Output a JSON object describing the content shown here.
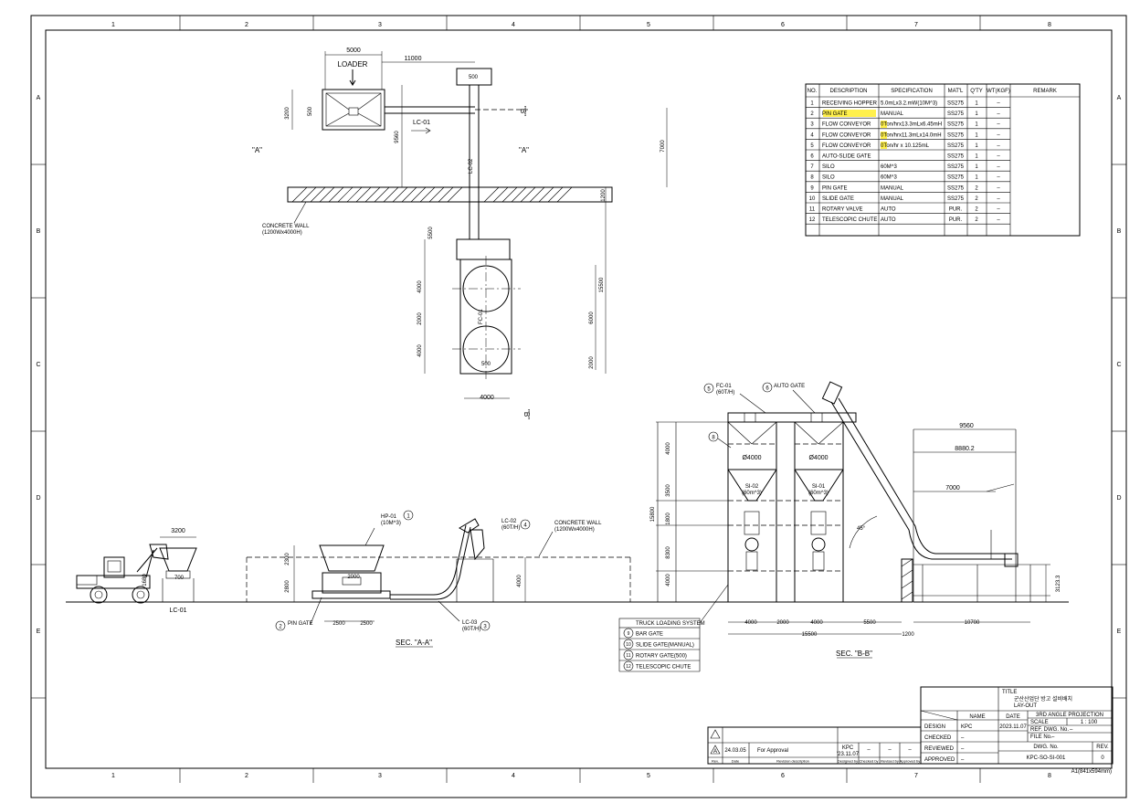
{
  "frame": {
    "top_numbers": [
      "1",
      "2",
      "3",
      "4",
      "5",
      "6",
      "7",
      "8"
    ],
    "bottom_numbers": [
      "1",
      "2",
      "3",
      "4",
      "5",
      "6",
      "7",
      "8"
    ],
    "side_letters": [
      "A",
      "B",
      "C",
      "D",
      "E"
    ]
  },
  "plan": {
    "loader_label": "LOADER",
    "dim_5000": "5000",
    "dim_11000": "11000",
    "dim_500_top": "500",
    "dim_3200": "3200",
    "dim_500_left": "500",
    "dim_9560": "9560",
    "dim_7000": "7000",
    "dim_1200": "1200",
    "dim_5500": "5500",
    "dim_4000_a": "4000",
    "dim_2000": "2000",
    "dim_4000_b": "4000",
    "dim_6000": "6000",
    "dim_15500": "15500",
    "dim_2000_r": "2000",
    "dim_500_b": "500",
    "dim_4000_bottom": "4000",
    "lc01_label": "LC-01",
    "lc02_label": "LC-02",
    "fc01_label": "FC-01",
    "view_a_left": "\"A\"",
    "view_a_right": "\"A\"",
    "view_b_top": "\"B\"",
    "view_b_bottom": "\"B\"",
    "wall_label": "CONCRETE WALL",
    "wall_size": "(1200Wx4000H)"
  },
  "table": {
    "headers": [
      "NO.",
      "DESCRIPTION",
      "SPECIFICATION",
      "MAT'L",
      "Q'TY",
      "WT(KGF)",
      "REMARK"
    ],
    "rows": [
      [
        "1",
        "RECEIVING HOPPER",
        "5.0mLx3.2.mW(10M^3)",
        "SS275",
        "1",
        "–",
        ""
      ],
      [
        "2",
        "PIN GATE",
        "MANUAL",
        "SS275",
        "1",
        "–",
        ""
      ],
      [
        "3",
        "FLOW CONVEYOR",
        "0Ton/hrx13.3mLx6.45mH",
        "SS275",
        "1",
        "–",
        ""
      ],
      [
        "4",
        "FLOW CONVEYOR",
        "0Ton/hrx11.3mLx14.0mH",
        "SS275",
        "1",
        "–",
        ""
      ],
      [
        "5",
        "FLOW CONVEYOR",
        "0Ton/hr x 10.125mL",
        "SS275",
        "1",
        "–",
        ""
      ],
      [
        "6",
        "AUTO-SLIDE GATE",
        "",
        "SS275",
        "1",
        "–",
        ""
      ],
      [
        "7",
        "SILO",
        "60M^3",
        "SS275",
        "1",
        "–",
        ""
      ],
      [
        "8",
        "SILO",
        "60M^3",
        "SS275",
        "1",
        "–",
        ""
      ],
      [
        "9",
        "PIN GATE",
        "MANUAL",
        "SS275",
        "2",
        "–",
        ""
      ],
      [
        "10",
        "SLIDE GATE",
        "MANUAL",
        "SS275",
        "2",
        "–",
        ""
      ],
      [
        "11",
        "ROTARY VALVE",
        "AUTO",
        "PUR.",
        "2",
        "–",
        ""
      ],
      [
        "12",
        "TELESCOPIC CHUTE",
        "AUTO",
        "PUR.",
        "2",
        "–",
        ""
      ]
    ]
  },
  "secA": {
    "dim_3200": "3200",
    "dim_1680": "1680",
    "dim_700": "700",
    "lc01": "LC-01",
    "hp01": "HP-01",
    "hp01_cap": "(10M^3)",
    "lc02": "LC-02",
    "lc02_cap": "(60T/H)",
    "wall_label": "CONCRETE WALL",
    "wall_size": "(1200Wx4000H)",
    "dim_2300": "2300",
    "dim_2000": "2000",
    "dim_2800": "2800",
    "dim_4000": "4000",
    "pin_gate": "PIN GATE",
    "dim_2500_a": "2500",
    "dim_2500_b": "2500",
    "lc03": "LC-03",
    "lc03_cap": "(60T/H)",
    "title": "SEC. \"A-A\""
  },
  "secB": {
    "fc01": "FC-01",
    "fc01_cap": "(60T/H)",
    "auto_gate": "AUTO GATE",
    "phi_a": "Ø4000",
    "phi_b": "Ø4000",
    "si02": "SI-02",
    "si02_cap": "(60m^3)",
    "si01": "SI-01",
    "si01_cap": "(60m^3)",
    "dim_4000_top": "4000",
    "dim_3500": "3500",
    "dim_1800": "1800",
    "dim_8300": "8300",
    "dim_4000_bot": "4000",
    "dim_15800": "15800",
    "angle": "45°",
    "dim_9560": "9560",
    "dim_8880": "8880.2",
    "dim_7000": "7000",
    "dim_3123": "3123.3",
    "dim_4000_a": "4000",
    "dim_2000": "2000",
    "dim_4000_b": "4000",
    "dim_5500": "5500",
    "dim_1200": "1200",
    "dim_15500": "15500",
    "dim_10700": "10700",
    "title": "SEC. \"B-B\""
  },
  "truck": {
    "title": "TRUCK LOADING SYSTEM",
    "items": [
      {
        "no": "9",
        "label": "BAR GATE"
      },
      {
        "no": "10",
        "label": "SLIDE GATE(MANUAL)"
      },
      {
        "no": "11",
        "label": "ROTARY GATE(500)"
      },
      {
        "no": "12",
        "label": "TELESCOPIC CHUTE"
      }
    ]
  },
  "revision": {
    "row_rev": "A",
    "row_date": "24.03.05",
    "row_desc": "For Approval",
    "row_design": "KPC",
    "row_design_date": "'23.11.07",
    "row_checked": "–",
    "row_reviewed": "–",
    "row_approved": "–",
    "footer": [
      "Rev.",
      "Date",
      "Revision description",
      "Designed by",
      "Checked by",
      "Revised by",
      "Approved by"
    ]
  },
  "titleblock": {
    "title_label": "TITLE",
    "title_korean": "군산산업단 방고 설비배치",
    "title_line2": "LAY-OUT",
    "name_hdr": "NAME",
    "date_hdr": "DATE",
    "projection": "3RD ANGLE PROJECTION",
    "design_lbl": "DESIGN",
    "design_name": "KPC",
    "design_date": "2023.11.07",
    "checked_lbl": "CHECKED",
    "checked_name": "–",
    "reviewed_lbl": "REVIEWED",
    "reviewed_name": "–",
    "approved_lbl": "APPROVED",
    "approved_name": "–",
    "scale_lbl": "SCALE",
    "scale_val": "1 : 100",
    "refdwg_lbl": "REF. DWG. No.",
    "refdwg_val": "–",
    "file_lbl": "FILE No.",
    "file_val": "–",
    "dwgno_lbl": "DWG. No.",
    "rev_lbl": "REV.",
    "dwgno_val": "KPC-SO-SI-001",
    "rev_val": "0",
    "sheet": "A1(841x594mm)"
  }
}
